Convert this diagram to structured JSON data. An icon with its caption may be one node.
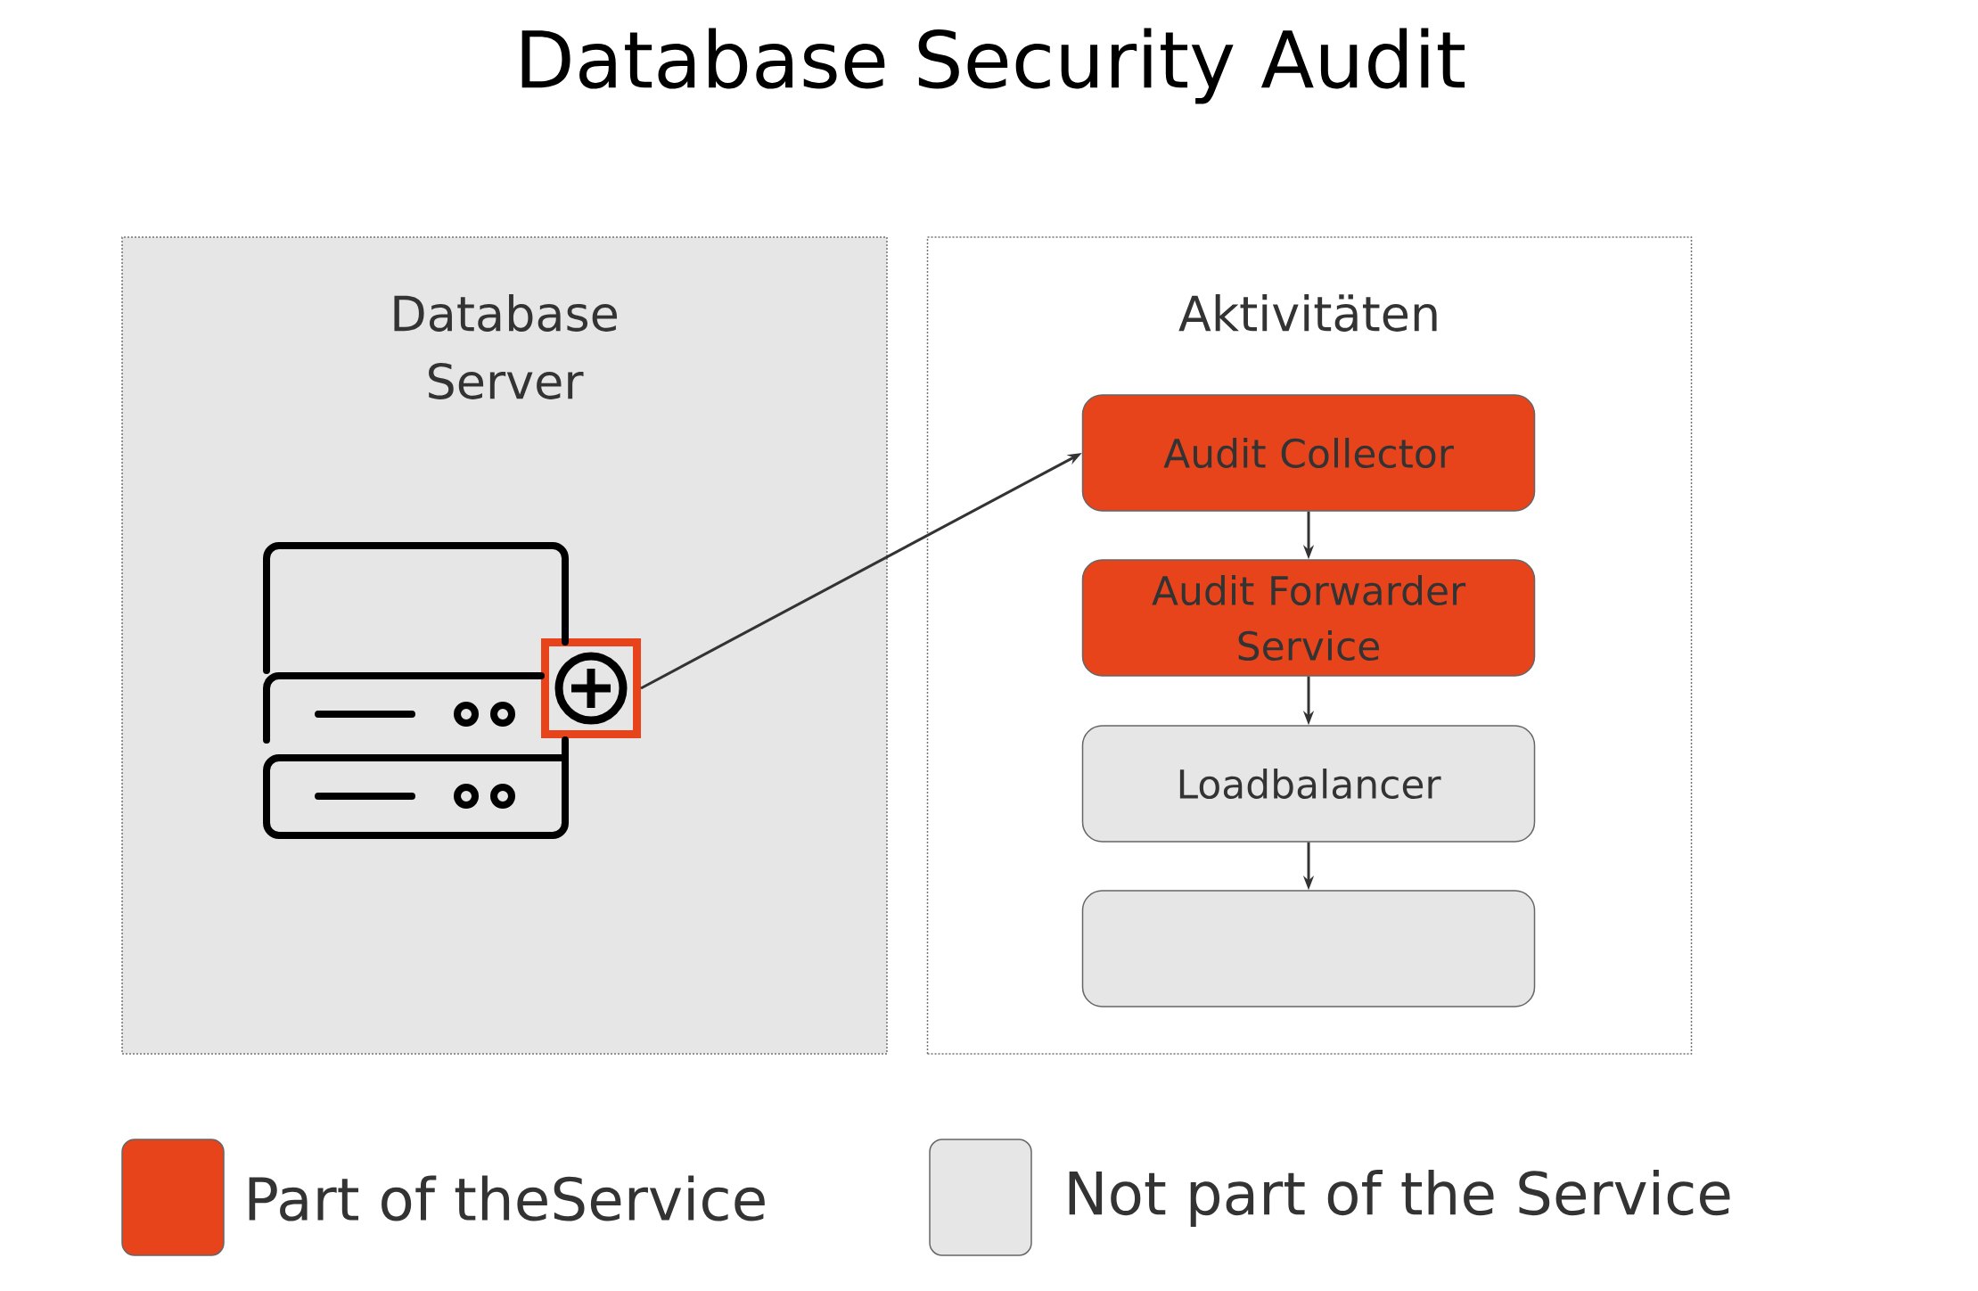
{
  "diagram": {
    "title": "Database Security Audit",
    "nodes": [
      {
        "text": [
          "Database Server"
        ]
      },
      {
        "text": [],
        "shape": "box",
        "in": 0
      },
      {
        "text": [
          "Aktivitäten"
        ]
      },
      {
        "text": [
          "Audit Collector"
        ],
        "in": 2
      },
      {
        "text": [
          "Audit Forwarder Service"
        ],
        "in": 2
      },
      {
        "text": [
          "Loadbalancer"
        ],
        "in": 2
      },
      {
        "text": [],
        "shape": "box",
        "in": 2
      }
    ],
    "edges": [
      {
        "from": 1,
        "to": 3,
        "arrow": "to"
      },
      {
        "from": 3,
        "to": 4,
        "arrow": "to"
      },
      {
        "from": 4,
        "to": 5,
        "arrow": "to"
      },
      {
        "from": 5,
        "to": 6,
        "arrow": "to"
      }
    ],
    "legend": [
      {
        "text": "Part of theService",
        "color": "#e8441c"
      },
      {
        "text": "Not part of the Service",
        "color": "#e6e6e6"
      }
    ]
  }
}
